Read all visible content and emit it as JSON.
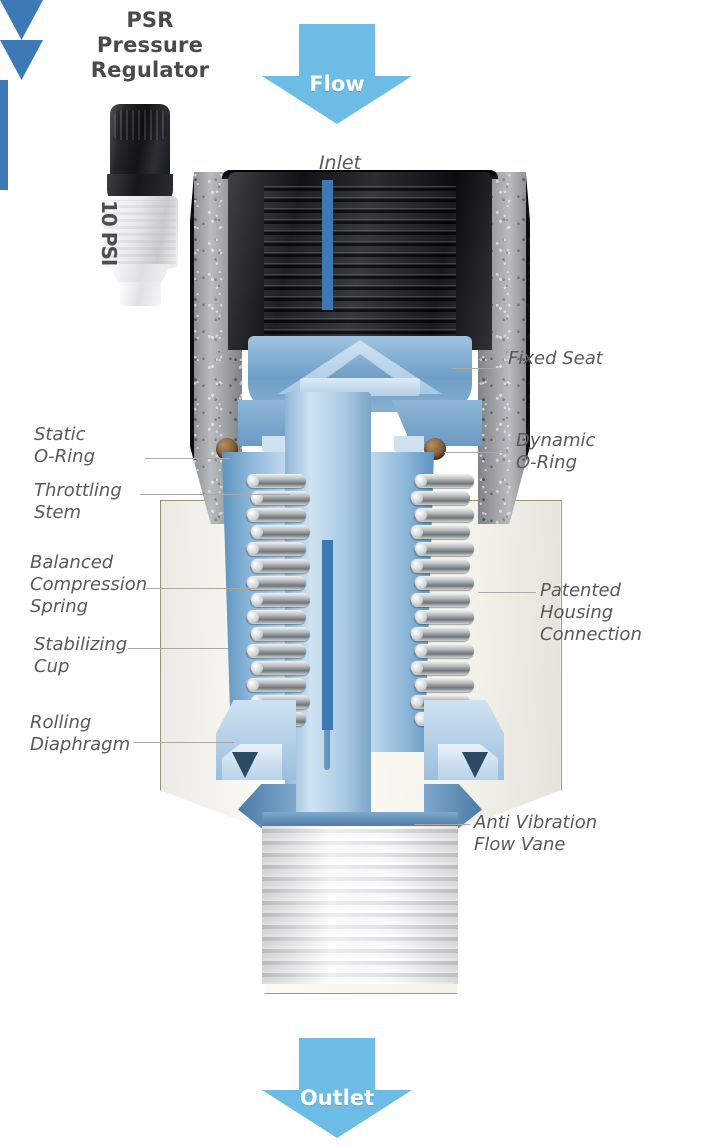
{
  "product": {
    "title_lines": [
      "PSR",
      "Pressure",
      "Regulator"
    ],
    "photo_label": "10 PSI",
    "photo_alt": "psr-regulator-product-photo"
  },
  "flow": {
    "top_arrow_label": "Flow",
    "bottom_arrow_label": "Outlet",
    "inlet_label": "Inlet",
    "arrow_color": "#6cbce6",
    "internal_arrow_color": "#3d7ab5"
  },
  "callouts": {
    "left": [
      {
        "id": "static-o-ring",
        "text": "Static\nO-Ring"
      },
      {
        "id": "throttling-stem",
        "text": "Throttling\nStem"
      },
      {
        "id": "balanced-compression-spring",
        "text": "Balanced\nCompression\nSpring"
      },
      {
        "id": "stabilizing-cup",
        "text": "Stabilizing\nCup"
      },
      {
        "id": "rolling-diaphragm",
        "text": "Rolling\nDiaphragm"
      }
    ],
    "right": [
      {
        "id": "fixed-seat",
        "text": "Fixed Seat"
      },
      {
        "id": "dynamic-o-ring",
        "text": "Dynamic\nO-Ring"
      },
      {
        "id": "patented-housing-connection",
        "text": "Patented\nHousing\nConnection"
      },
      {
        "id": "anti-vibration-flow-vane",
        "text": "Anti Vibration\nFlow Vane"
      }
    ]
  },
  "colors": {
    "background": "#ffffff",
    "accent_blue": "#6cbce6",
    "deep_blue": "#3d7ab5",
    "body_blue": "#8fb9da",
    "housing_cream": "#f7f6ef",
    "housing_outline": "#9d9d7c",
    "metal_gray": "#8e9195",
    "inlet_black": "#101214",
    "label_gray": "#595959",
    "o_ring_brown": "#7a5533"
  }
}
